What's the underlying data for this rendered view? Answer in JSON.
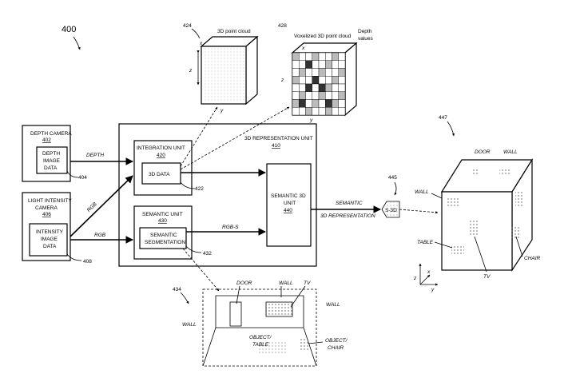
{
  "figure": {
    "number": "400"
  },
  "depth_camera": {
    "title": "DEPTH CAMERA",
    "ref": "402",
    "inner": [
      "DEPTH",
      "IMAGE",
      "DATA"
    ],
    "inner_ref": "404",
    "edge_label": "DEPTH"
  },
  "light_camera": {
    "title1": "LIGHT INTENSITY",
    "title2": "CAMERA",
    "ref": "406",
    "inner": [
      "INTENSITY",
      "IMAGE",
      "DATA"
    ],
    "inner_ref": "408",
    "edge_rgb_diag": "RGB",
    "edge_rgb": "RGB"
  },
  "rep_unit": {
    "title": "3D REPRESENTATION UNIT",
    "ref": "410"
  },
  "integration_unit": {
    "title": "INTEGRATION UNIT",
    "ref": "420",
    "inner": "3D DATA",
    "inner_ref": "422"
  },
  "semantic_unit": {
    "title": "SEMANTIC UNIT",
    "ref": "430",
    "inner1": "SEMANTIC",
    "inner2": "SEGMENTATION",
    "inner_ref": "432",
    "edge_label": "RGB-S"
  },
  "semantic_3d_unit": {
    "l1": "SEMANTIC 3D",
    "l2": "UNIT",
    "ref": "440"
  },
  "output": {
    "l1": "SEMANTIC",
    "l2": "3D REPRESENTATION",
    "tag": "S-3D",
    "ref": "445"
  },
  "point_cloud": {
    "ref": "424",
    "title": "3D point cloud",
    "axis_x": "x",
    "axis_y": "y",
    "axis_z": "z"
  },
  "voxel": {
    "ref": "428",
    "title": "Voxelized 3D point cloud",
    "depth1": "Depth",
    "depth2": "values",
    "axis_x": "x",
    "axis_y": "y",
    "axis_z": "z"
  },
  "room_cube": {
    "ref": "447",
    "door": "DOOR",
    "wall_top": "WALL",
    "wall_left": "WALL",
    "table": "TABLE",
    "chair": "CHAIR",
    "tv": "TV",
    "axis_x": "x",
    "axis_y": "y",
    "axis_z": "z"
  },
  "segmentation_view": {
    "ref": "434",
    "door": "DOOR",
    "wall_mid": "WALL",
    "tv": "TV",
    "wall_left": "WALL",
    "wall_right": "WALL",
    "table1": "OBJECT/",
    "table2": "TABLE",
    "chair1": "OBJECT/",
    "chair2": "CHAIR"
  }
}
